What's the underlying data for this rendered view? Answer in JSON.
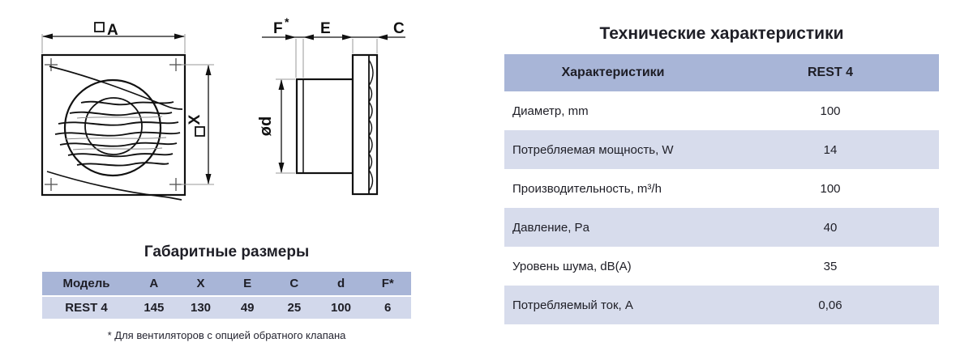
{
  "drawing": {
    "front": {
      "width_label": "A",
      "height_label": "X"
    },
    "side": {
      "flap_label": "F",
      "flap_star": "*",
      "duct_label": "E",
      "panel_label": "C",
      "diameter_label": "ød"
    }
  },
  "dimensions_table": {
    "title": "Габаритные размеры",
    "headers": [
      "Модель",
      "A",
      "X",
      "E",
      "C",
      "d",
      "F*"
    ],
    "rows": [
      [
        "REST 4",
        "145",
        "130",
        "49",
        "25",
        "100",
        "6"
      ]
    ],
    "footnote": "* Для вентиляторов с опцией обратного клапана"
  },
  "specs_table": {
    "title": "Технические характеристики",
    "header": {
      "label": "Характеристики",
      "value": "REST 4"
    },
    "rows": [
      {
        "label": "Диаметр, mm",
        "value": "100"
      },
      {
        "label": "Потребляемая мощность, W",
        "value": "14"
      },
      {
        "label": "Производительность, m³/h",
        "value": "100"
      },
      {
        "label": "Давление, Pa",
        "value": "40"
      },
      {
        "label": "Уровень шума, dB(A)",
        "value": "35"
      },
      {
        "label": "Потребляемый ток, A",
        "value": "0,06"
      }
    ]
  },
  "colors": {
    "table_header_bg": "#a8b5d7",
    "table_row_shade_bg": "#d7dcec",
    "dims_row_bg": "#d2d8eb",
    "text": "#1e1e26",
    "line": "#111111"
  }
}
